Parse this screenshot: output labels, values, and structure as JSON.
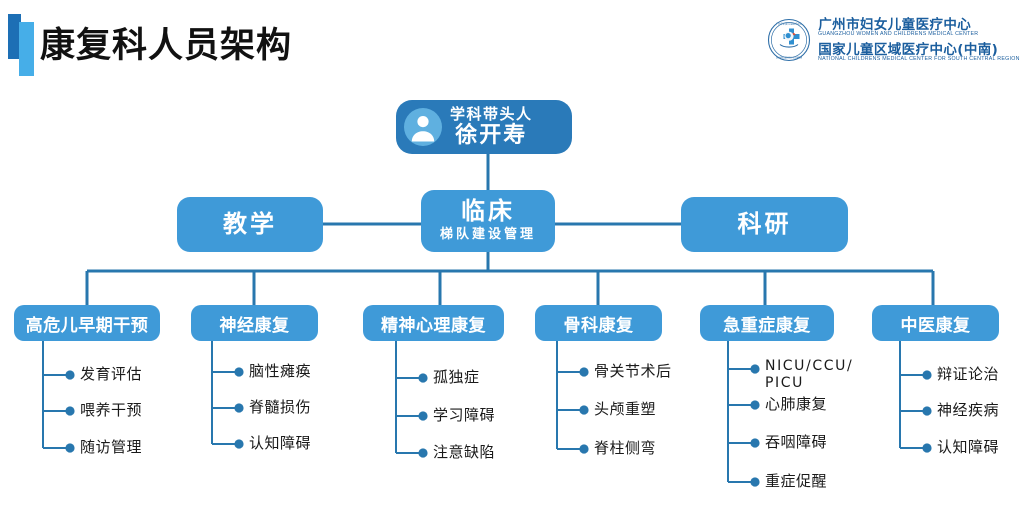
{
  "header": {
    "title": "康复科人员架构",
    "accent_dark": "#1d6fb5",
    "accent_light": "#46aee8"
  },
  "logo": {
    "emblem_name": "guangzhou-women-childrens-medical-center-emblem",
    "line1_cn": "广州市妇女儿童医疗中心",
    "line1_en": "GUANGZHOU WOMEN AND CHILDRENS MEDICAL CENTER",
    "line2_cn": "国家儿童区域医疗中心(中南)",
    "line2_en": "NATIONAL CHILDRENS MEDICAL CENTER FOR SOUTH CENTRAL REGION",
    "color": "#1b5e9e"
  },
  "chart_data": {
    "type": "diagram",
    "title": "康复科人员架构",
    "orientation": "top-down organizational tree",
    "colors": {
      "root_box": "#2a7ab9",
      "level2_box": "#3f9ad8",
      "category_box": "#3f9ad8",
      "connector": "#2877ae",
      "leaf_text": "#1a1a1a",
      "avatar_circle": "#5fb0e0"
    },
    "root": {
      "role": "学科带头人",
      "name": "徐开寿",
      "icon": "person-avatar-icon"
    },
    "level2": [
      {
        "id": "teaching",
        "label": "教学",
        "sub": ""
      },
      {
        "id": "clinical",
        "label": "临床",
        "sub": "梯队建设管理"
      },
      {
        "id": "research",
        "label": "科研",
        "sub": ""
      }
    ],
    "categories": [
      {
        "id": "cat-high-risk-infant",
        "label": "高危儿早期干预",
        "items": [
          "发育评估",
          "喂养干预",
          "随访管理"
        ]
      },
      {
        "id": "cat-neuro-rehab",
        "label": "神经康复",
        "items": [
          "脑性瘫痪",
          "脊髓损伤",
          "认知障碍"
        ]
      },
      {
        "id": "cat-psych-rehab",
        "label": "精神心理康复",
        "items": [
          "孤独症",
          "学习障碍",
          "注意缺陷"
        ]
      },
      {
        "id": "cat-ortho-rehab",
        "label": "骨科康复",
        "items": [
          "骨关节术后",
          "头颅重塑",
          "脊柱侧弯"
        ]
      },
      {
        "id": "cat-critical-care-rehab",
        "label": "急重症康复",
        "items": [
          "NICU/CCU/",
          "PICU",
          "心肺康复",
          "吞咽障碍",
          "重症促醒"
        ]
      },
      {
        "id": "cat-tcm-rehab",
        "label": "中医康复",
        "items": [
          "辩证论治",
          "神经疾病",
          "认知障碍"
        ]
      }
    ]
  }
}
